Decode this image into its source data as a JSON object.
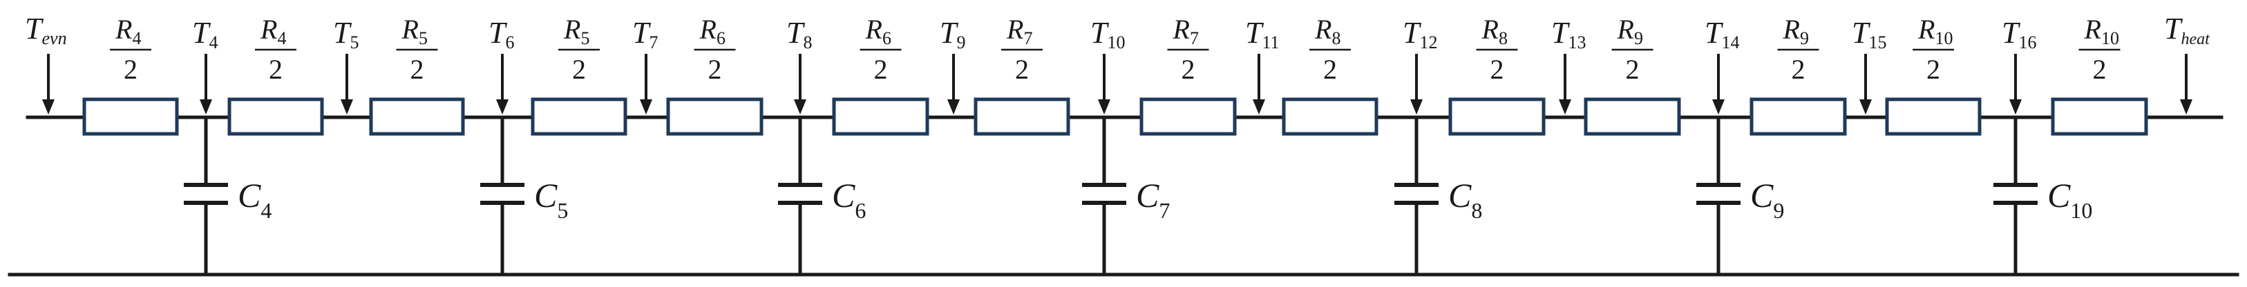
{
  "diagram": {
    "env_node": {
      "main": "T",
      "sub": "evn"
    },
    "heat_node": {
      "main": "T",
      "sub": "heat"
    },
    "resistors": [
      {
        "main": "R",
        "sub": "4",
        "den": "2"
      },
      {
        "main": "R",
        "sub": "4",
        "den": "2"
      },
      {
        "main": "R",
        "sub": "5",
        "den": "2"
      },
      {
        "main": "R",
        "sub": "5",
        "den": "2"
      },
      {
        "main": "R",
        "sub": "6",
        "den": "2"
      },
      {
        "main": "R",
        "sub": "6",
        "den": "2"
      },
      {
        "main": "R",
        "sub": "7",
        "den": "2"
      },
      {
        "main": "R",
        "sub": "7",
        "den": "2"
      },
      {
        "main": "R",
        "sub": "8",
        "den": "2"
      },
      {
        "main": "R",
        "sub": "8",
        "den": "2"
      },
      {
        "main": "R",
        "sub": "9",
        "den": "2"
      },
      {
        "main": "R",
        "sub": "9",
        "den": "2"
      },
      {
        "main": "R",
        "sub": "10",
        "den": "2"
      },
      {
        "main": "R",
        "sub": "10",
        "den": "2"
      }
    ],
    "nodes": [
      {
        "main": "T",
        "sub": "4"
      },
      {
        "main": "T",
        "sub": "5"
      },
      {
        "main": "T",
        "sub": "6"
      },
      {
        "main": "T",
        "sub": "7"
      },
      {
        "main": "T",
        "sub": "8"
      },
      {
        "main": "T",
        "sub": "9"
      },
      {
        "main": "T",
        "sub": "10"
      },
      {
        "main": "T",
        "sub": "11"
      },
      {
        "main": "T",
        "sub": "12"
      },
      {
        "main": "T",
        "sub": "13"
      },
      {
        "main": "T",
        "sub": "14"
      },
      {
        "main": "T",
        "sub": "15"
      },
      {
        "main": "T",
        "sub": "16"
      }
    ],
    "capacitors": [
      {
        "main": "C",
        "sub": "4"
      },
      {
        "main": "C",
        "sub": "5"
      },
      {
        "main": "C",
        "sub": "6"
      },
      {
        "main": "C",
        "sub": "7"
      },
      {
        "main": "C",
        "sub": "8"
      },
      {
        "main": "C",
        "sub": "9"
      },
      {
        "main": "C",
        "sub": "10"
      }
    ],
    "colors": {
      "wire": "#1a1a1a",
      "resistor_outline": "#1f3a5a",
      "background": "#ffffff"
    }
  }
}
